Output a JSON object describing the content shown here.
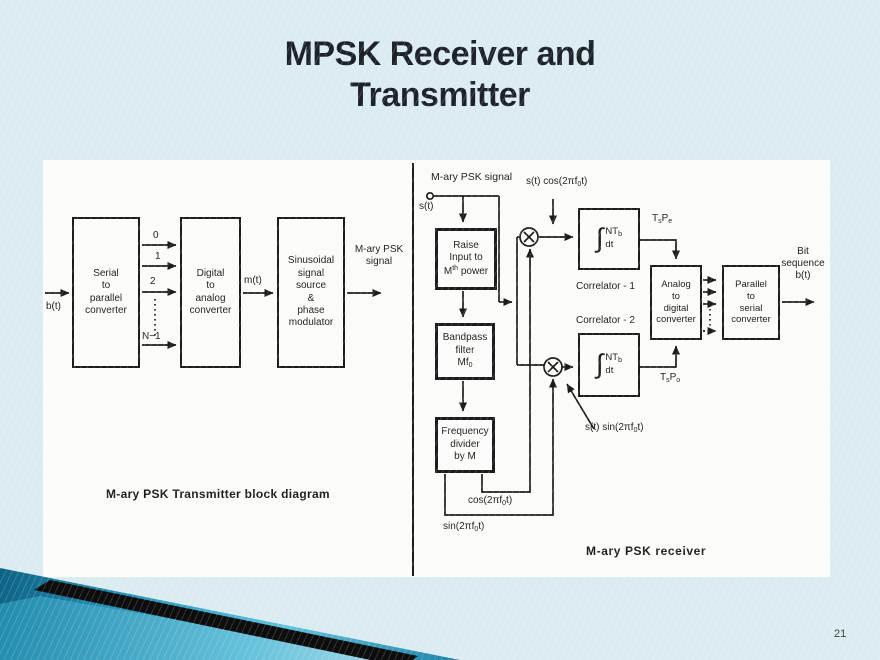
{
  "slide": {
    "title": [
      "MPSK Receiver and",
      "Transmitter"
    ],
    "page_number": "21"
  },
  "colors": {
    "background": "#dbecf1",
    "panel": "#fbfbf9",
    "ink": "#1c1c1c",
    "title_ink": "#1d2129",
    "teal_dark": "#0b6183",
    "teal_mid": "#2c9bbf",
    "teal_light": "#5fc3de",
    "stripe_black": "#0d0d0d"
  },
  "transmitter": {
    "caption": "M-ary PSK Transmitter block diagram",
    "input_label": "b(t)",
    "blocks": {
      "serial": "Serial<br>to<br>parallel<br>converter",
      "dac": "Digital<br>to<br>analog<br>converter",
      "modulator": "Sinusoidal<br>signal<br>source<br>&amp;<br>phase<br>modulator"
    },
    "bus_labels": [
      "0",
      "1",
      "2",
      "N−1"
    ],
    "m_label": "m(t)",
    "output_label": "M-ary PSK<br>signal"
  },
  "receiver": {
    "caption": "M-ary PSK receiver",
    "input_label": "M-ary PSK signal",
    "s_label": "s(t)",
    "cos_annotation": "s(t) cos(2πf<sub>0</sub>t)",
    "sin_annotation": "s(t) sin(2πf<sub>0</sub>t)",
    "blocks": {
      "raise": "Raise<br>Input to<br>M<sup>th</sup> power",
      "bandpass": "Bandpass<br>filter<br>Mf<sub>0</sub>",
      "divider": "Frequency<br>divider<br>by M",
      "adc": "Analog<br>to<br>digital<br>converter",
      "p2s": "Parallel<br>to<br>serial<br>converter"
    },
    "integrator_sign": "∫",
    "integrator_upper": "NT<sub>b</sub>",
    "integrator_lower": "dt",
    "correlator1": "Correlator - 1",
    "correlator2": "Correlator - 2",
    "ts_pe": "T<sub>s</sub>P<sub>e</sub>",
    "ts_po": "T<sub>s</sub>P<sub>o</sub>",
    "cos_feedback": "cos(2πf<sub>0</sub>t)",
    "sin_feedback": "sin(2πf<sub>0</sub>t)",
    "output_label": "Bit<br>sequence<br>b(t)"
  }
}
